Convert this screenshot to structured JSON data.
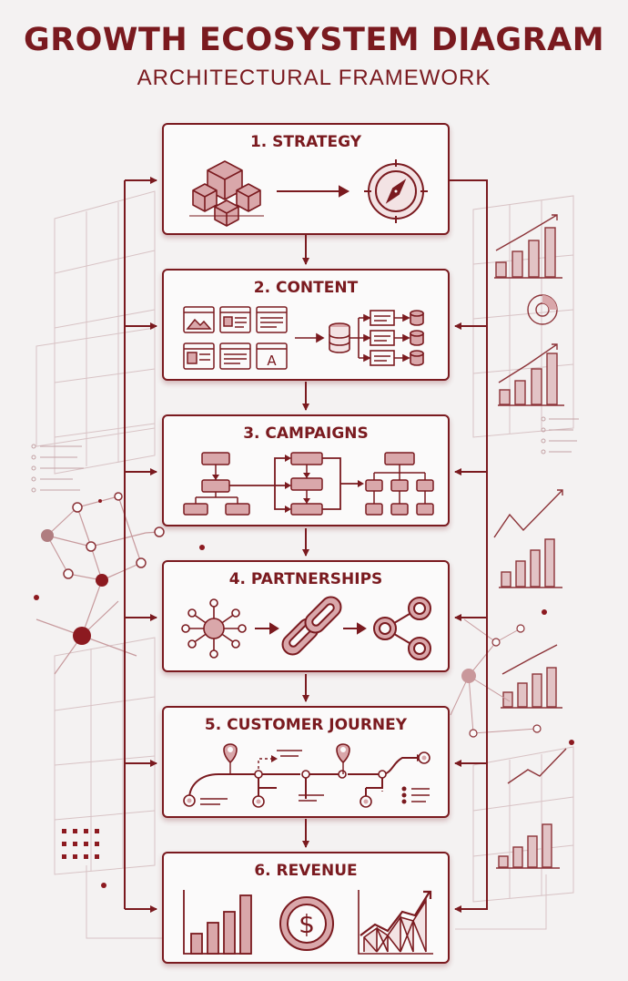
{
  "header": {
    "title": "GROWTH ECOSYSTEM DIAGRAM",
    "subtitle": "ARCHITECTURAL FRAMEWORK"
  },
  "stages": [
    {
      "label": "1. STRATEGY",
      "icons": [
        "cubes-icon",
        "arrow-right-icon",
        "compass-icon"
      ]
    },
    {
      "label": "2. CONTENT",
      "icons": [
        "content-cards-icon",
        "database-flow-icon"
      ]
    },
    {
      "label": "3. CAMPAIGNS",
      "icons": [
        "flowchart-icon"
      ]
    },
    {
      "label": "4. PARTNERSHIPS",
      "icons": [
        "hub-network-icon",
        "chain-link-icon",
        "share-icon"
      ]
    },
    {
      "label": "5. CUSTOMER JOURNEY",
      "icons": [
        "journey-map-icon"
      ]
    },
    {
      "label": "6. REVENUE",
      "icons": [
        "bar-chart-icon",
        "dollar-coin-icon",
        "trend-chart-icon"
      ]
    }
  ],
  "content_cards": {
    "letter": "A"
  },
  "revenue": {
    "currency_symbol": "$"
  },
  "colors": {
    "accent": "#7a1a1f",
    "fill": "#d9a7aa",
    "background": "#f4f2f2"
  }
}
